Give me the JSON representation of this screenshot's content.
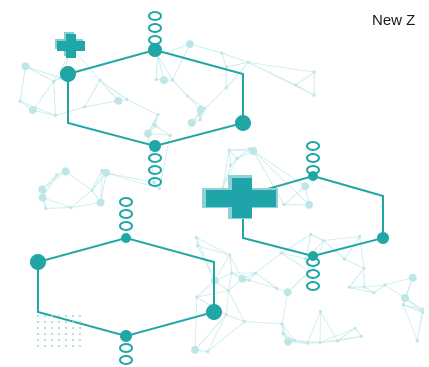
{
  "caption": "New Z",
  "colors": {
    "teal": "#21a6a6",
    "teal_light": "#8fd5d5",
    "mesh": "#c9ecec",
    "cross_shadow": "#8fd1d6",
    "dots": "#9ed2d8"
  },
  "icons": [
    "plus-icon",
    "plus-icon-large",
    "hexagon-outline",
    "molecule-mesh",
    "ring-chain",
    "dot-grid"
  ]
}
